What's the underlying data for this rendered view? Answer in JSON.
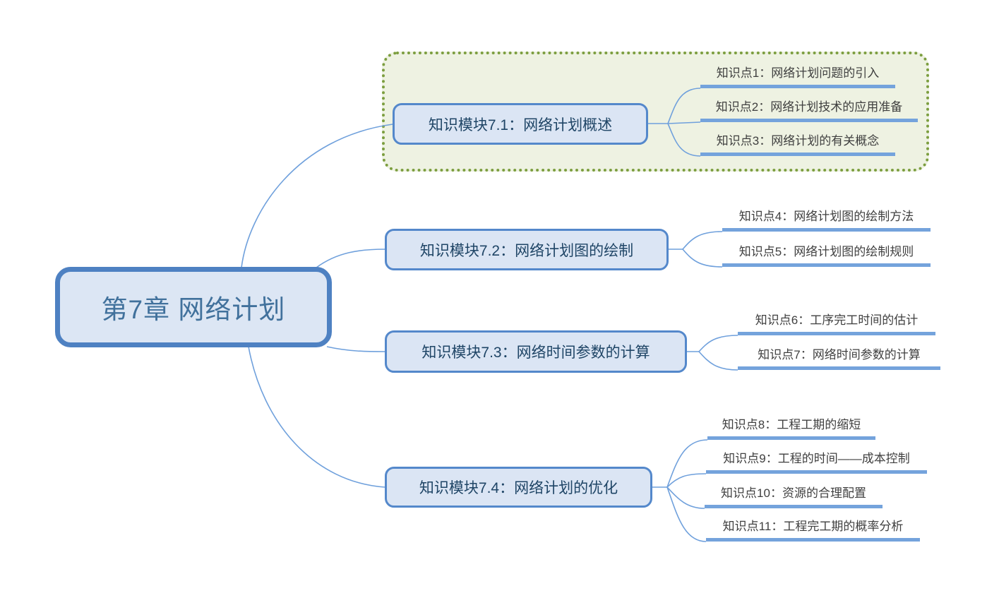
{
  "root": {
    "label": "第7章 网络计划"
  },
  "branches": [
    {
      "module": {
        "label": "知识模块7.1：网络计划概述"
      },
      "boundary": true,
      "children": [
        {
          "label": "知识点1：网络计划问题的引入"
        },
        {
          "label": "知识点2：网络计划技术的应用准备"
        },
        {
          "label": "知识点3：网络计划的有关概念"
        }
      ]
    },
    {
      "module": {
        "label": "知识模块7.2：网络计划图的绘制"
      },
      "boundary": false,
      "children": [
        {
          "label": "知识点4：网络计划图的绘制方法"
        },
        {
          "label": "知识点5：网络计划图的绘制规则"
        }
      ]
    },
    {
      "module": {
        "label": "知识模块7.3：网络时间参数的计算"
      },
      "boundary": false,
      "children": [
        {
          "label": "知识点6：工序完工时间的估计"
        },
        {
          "label": "知识点7：网络时间参数的计算"
        }
      ]
    },
    {
      "module": {
        "label": "知识模块7.4：网络计划的优化"
      },
      "boundary": false,
      "children": [
        {
          "label": "知识点8：工程工期的缩短"
        },
        {
          "label": "知识点9：工程的时间——成本控制"
        },
        {
          "label": "知识点10：资源的合理配置"
        },
        {
          "label": "知识点11：工程完工期的概率分析"
        }
      ]
    }
  ],
  "colors": {
    "node_border": "#4E81C2",
    "node_fill": "#DCE6F4",
    "root_text": "#41719C",
    "module_text": "#1F4566",
    "leaf_text": "#3F3F3F",
    "leaf_line": "#74A3DC",
    "connector": "#6FA0DC",
    "boundary_border": "#7C9E3F",
    "boundary_fill": "#EEF2E2"
  }
}
